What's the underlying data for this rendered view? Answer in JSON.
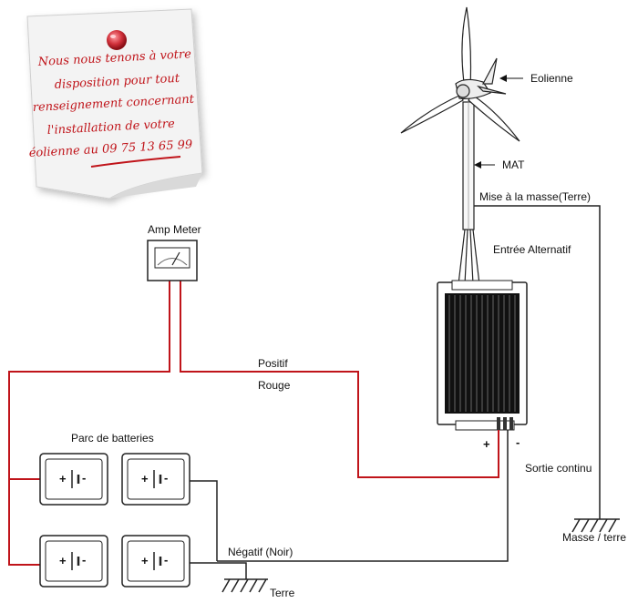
{
  "note": {
    "lines": [
      "Nous nous tenons à votre",
      "disposition pour tout",
      "renseignement concernant",
      "l'installation de votre",
      "éolienne au 09 75 13 65 99"
    ]
  },
  "labels": {
    "eolienne": "Eolienne",
    "mat": "MAT",
    "mise_masse": "Mise à la masse(Terre)",
    "entree_alt": "Entrée Alternatif",
    "amp_meter": "Amp Meter",
    "positif": "Positif",
    "rouge": "Rouge",
    "parc_batteries": "Parc  de batteries",
    "sortie_continu": "Sortie continu",
    "masse_terre": "Masse / terre",
    "negatif": "Négatif (Noir)",
    "terre": "Terre",
    "plus": "+",
    "minus": "-"
  },
  "colors": {
    "wire_positive": "#c0141a",
    "wire_negative": "#222222",
    "note_text": "#c0141a",
    "pin": "#d0303a"
  },
  "icons": [
    "push-pin-icon",
    "wind-turbine-icon",
    "ammeter-icon",
    "charge-controller-icon",
    "battery-icon",
    "ground-symbol-icon"
  ]
}
